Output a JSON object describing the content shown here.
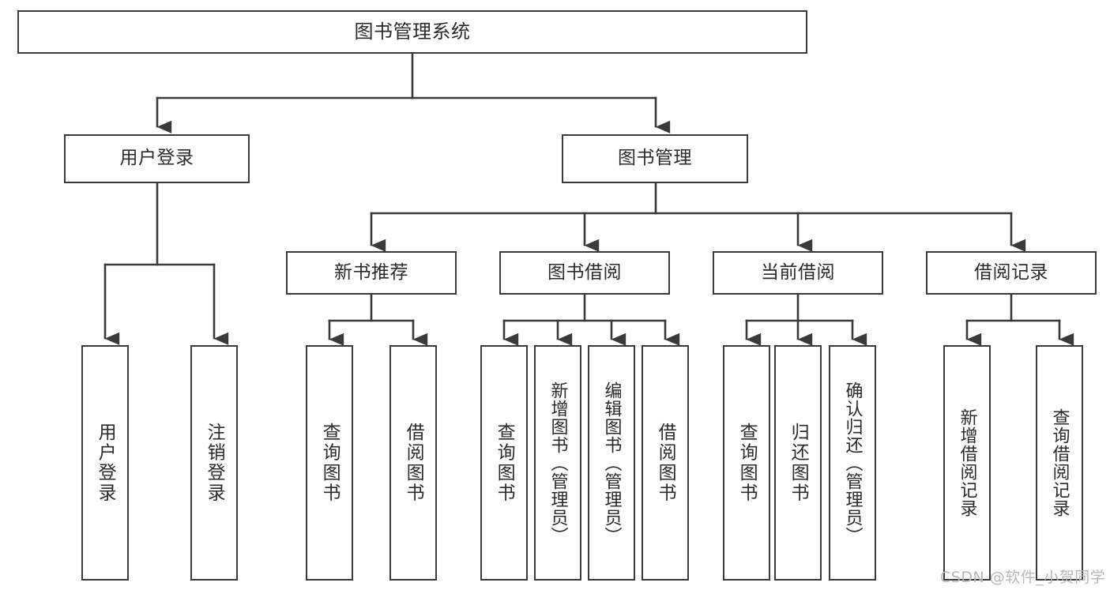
{
  "diagram": {
    "title": "图书管理系统",
    "type": "功能结构图",
    "line_color": "#3a3a3a",
    "text_color": "#2b2b2b",
    "background_color": "#ffffff",
    "watermark": "CSDN @软件_小贺同学",
    "watermark_color": "#b9b9b9"
  },
  "nodes": {
    "root": {
      "label": "图书管理系统"
    },
    "level1": [
      {
        "label": "用户登录"
      },
      {
        "label": "图书管理"
      }
    ],
    "level2": [
      {
        "label": "新书推荐"
      },
      {
        "label": "图书借阅"
      },
      {
        "label": "当前借阅"
      },
      {
        "label": "借阅记录"
      }
    ],
    "login_children": [
      {
        "label": "用户登录"
      },
      {
        "label": "注销登录"
      }
    ],
    "recommend_children": [
      {
        "label": "查询图书"
      },
      {
        "label": "借阅图书"
      }
    ],
    "borrow_children": [
      {
        "label": "查询图书"
      },
      {
        "label": "新增图书（管理员）"
      },
      {
        "label": "编辑图书（管理员）"
      },
      {
        "label": "借阅图书"
      }
    ],
    "current_children": [
      {
        "label": "查询图书"
      },
      {
        "label": "归还图书"
      },
      {
        "label": "确认归还（管理员）"
      }
    ],
    "record_children": [
      {
        "label": "新增借阅记录"
      },
      {
        "label": "查询借阅记录"
      }
    ]
  }
}
